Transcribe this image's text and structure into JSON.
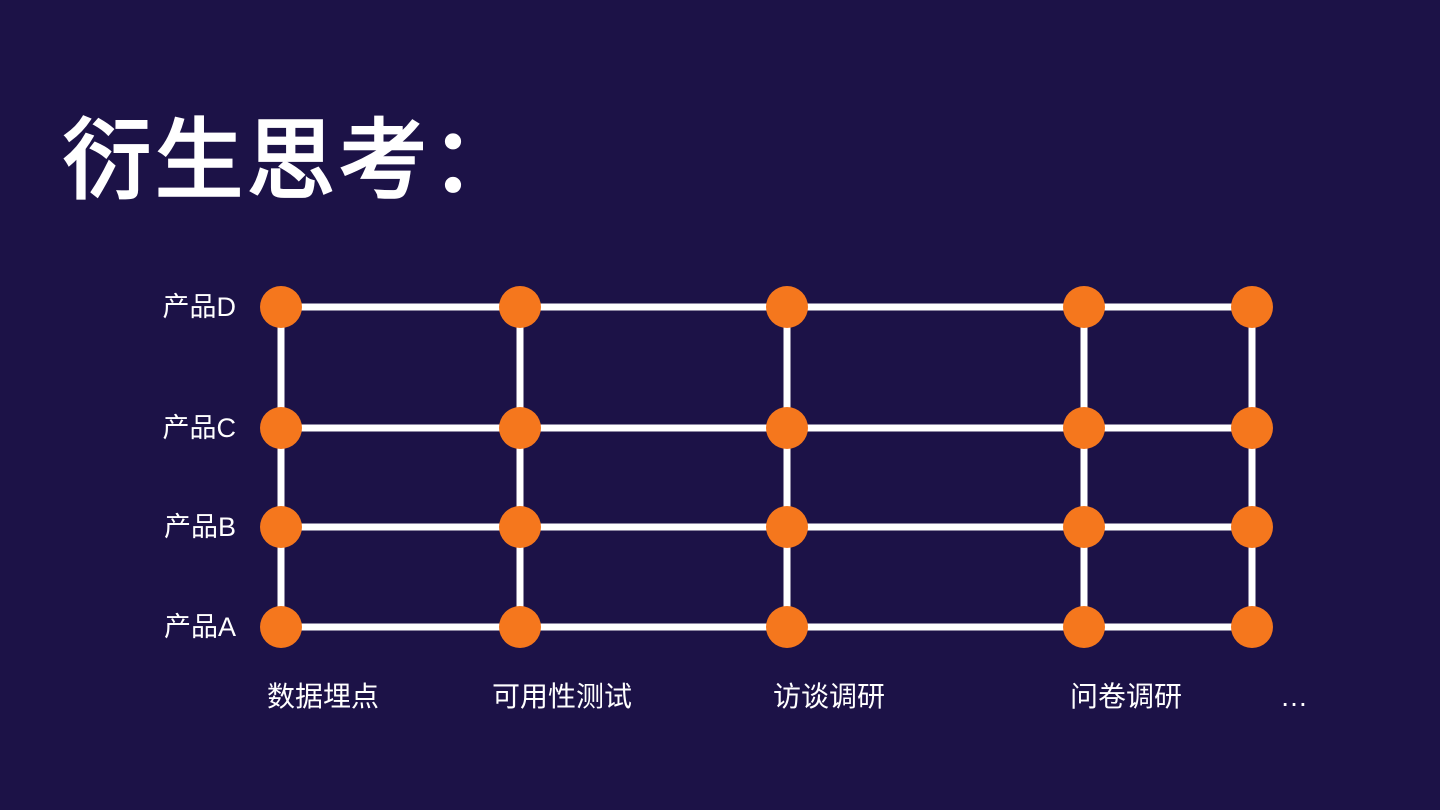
{
  "title": "衍生思考：",
  "colors": {
    "background": "#1c1247",
    "node": "#f5771d",
    "line": "#ffffff",
    "label": "#ffffff"
  },
  "grid": {
    "row_labels": [
      "产品D",
      "产品C",
      "产品B",
      "产品A"
    ],
    "column_labels": [
      "数据埋点",
      "可用性测试",
      "访谈调研",
      "问卷调研",
      "…"
    ]
  }
}
